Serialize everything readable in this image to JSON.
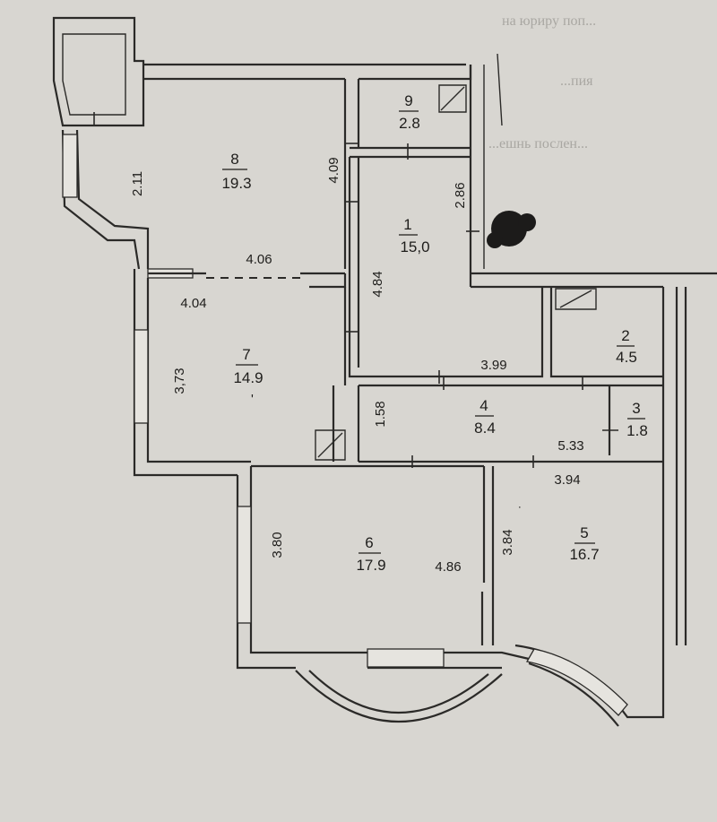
{
  "background_text": [
    "на юриру поп...",
    "...пия",
    "...ешнь послен..."
  ],
  "rooms": [
    {
      "id": "1",
      "area": "15,0"
    },
    {
      "id": "2",
      "area": "4.5"
    },
    {
      "id": "3",
      "area": "1.8"
    },
    {
      "id": "4",
      "area": "8.4"
    },
    {
      "id": "5",
      "area": "16.7"
    },
    {
      "id": "6",
      "area": "17.9"
    },
    {
      "id": "7",
      "area": "14.9"
    },
    {
      "id": "8",
      "area": "19.3"
    },
    {
      "id": "9",
      "area": "2.8"
    }
  ],
  "dimensions": {
    "d_2_11": "2.11",
    "d_4_09": "4.09",
    "d_2_86": "2.86",
    "d_4_06": "4.06",
    "d_4_04": "4.04",
    "d_4_84": "4.84",
    "d_3_73": "3,73",
    "d_3_99": "3.99",
    "d_1_58": "1.58",
    "d_5_33": "5.33",
    "d_3_94": "3.94",
    "d_3_80": "3.80",
    "d_4_86": "4.86",
    "d_3_84": "3.84"
  },
  "colors": {
    "paper": "#d8d6d1",
    "ink": "#2b2a28"
  }
}
